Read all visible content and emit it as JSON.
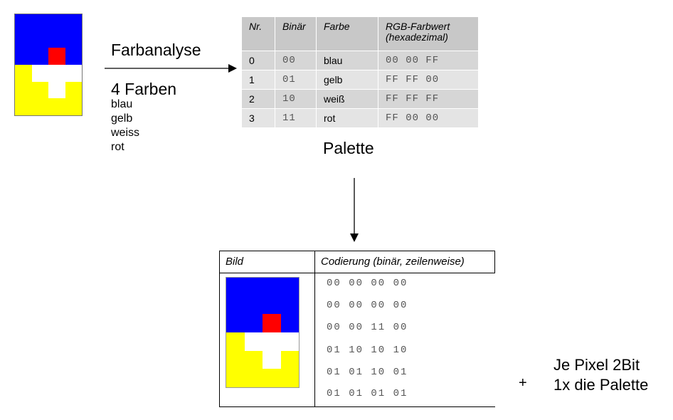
{
  "colors": {
    "blue": "#0000ff",
    "yellow": "#ffff00",
    "white": "#ffffff",
    "red": "#ff0000"
  },
  "pixel_grid": [
    [
      "blue",
      "blue",
      "blue",
      "blue"
    ],
    [
      "blue",
      "blue",
      "blue",
      "blue"
    ],
    [
      "blue",
      "blue",
      "red",
      "blue"
    ],
    [
      "yellow",
      "white",
      "white",
      "white"
    ],
    [
      "yellow",
      "yellow",
      "white",
      "yellow"
    ],
    [
      "yellow",
      "yellow",
      "yellow",
      "yellow"
    ]
  ],
  "analysis": {
    "title": "Farbanalyse",
    "count": "4 Farben",
    "colors": [
      "blau",
      "gelb",
      "weiss",
      "rot"
    ]
  },
  "palette": {
    "headers": [
      "Nr.",
      "Binär",
      "Farbe",
      "RGB-Farbwert",
      "(hexadezimal)"
    ],
    "rows": [
      {
        "nr": "0",
        "bin": "00",
        "name": "blau",
        "hex": "00 00 FF"
      },
      {
        "nr": "1",
        "bin": "01",
        "name": "gelb",
        "hex": "FF FF 00"
      },
      {
        "nr": "2",
        "bin": "10",
        "name": "weiß",
        "hex": "FF FF FF"
      },
      {
        "nr": "3",
        "bin": "11",
        "name": "rot",
        "hex": "FF 00 00"
      }
    ],
    "caption": "Palette"
  },
  "encoding": {
    "header_image": "Bild",
    "header_code": "Codierung (binär, zeilenweise)",
    "rows": [
      "00 00 00 00",
      "00 00 00 00",
      "00 00 11 00",
      "01 10 10 10",
      "01 01 10 01",
      "01 01 01 01"
    ]
  },
  "summary": {
    "plus": "+",
    "line1": "Je Pixel 2Bit",
    "line2": "1x die Palette"
  }
}
